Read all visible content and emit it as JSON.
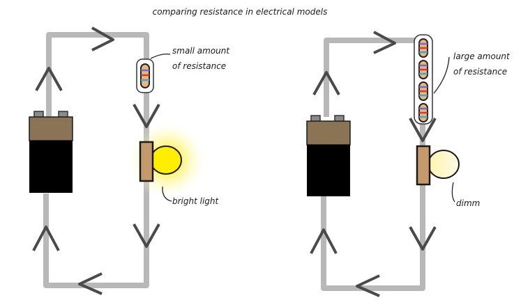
{
  "title": "comparing resistance in electrical models",
  "left_circuit": {
    "resistor_label_line1": "small amount",
    "resistor_label_line2": "of resistance",
    "bulb_label": "bright light",
    "resistor_count": 1,
    "bulb_brightness": "bright"
  },
  "right_circuit": {
    "resistor_label_line1": "large amount",
    "resistor_label_line2": "of resistance",
    "bulb_label": "dimm",
    "resistor_count": 4,
    "bulb_brightness": "dim"
  },
  "colors": {
    "wire": "#b8b8b8",
    "arrow": "#4a4a4a",
    "battery_top": "#8b7355",
    "battery_body": "#000000",
    "bulb_base": "#c49a6c",
    "bulb_bright": "#ffee00",
    "bulb_dim": "#fff7cc",
    "resistor_body": "#e8b87a"
  }
}
